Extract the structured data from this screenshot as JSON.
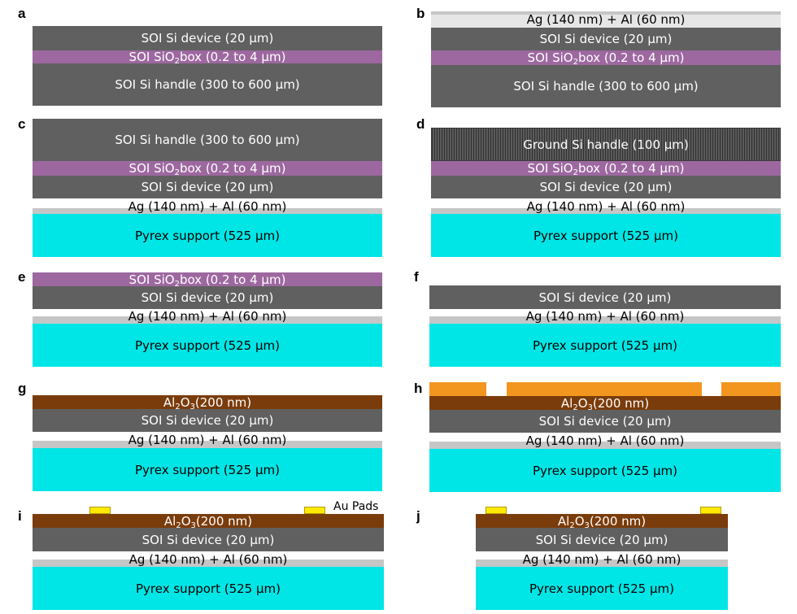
{
  "labels": {
    "a": "a",
    "b": "b",
    "c": "c",
    "d": "d",
    "e": "e",
    "f": "f",
    "g": "g",
    "h": "h",
    "i": "i",
    "j": "j"
  },
  "layers": {
    "metal": "Ag (140 nm) + Al (60 nm)",
    "si_device": "SOI Si device (20 μm)",
    "box_pre": "SOI SiO",
    "box_sub": "2",
    "box_post": " box (0.2 to 4 μm)",
    "si_handle": "SOI Si handle (300 to 600 μm)",
    "ground_handle": "Ground Si handle (100 μm)",
    "pyrex": "Pyrex support (525 μm)",
    "al2o3_pre": "Al",
    "al2o3_sub1": "2",
    "al2o3_mid": "O",
    "al2o3_sub2": "3",
    "al2o3_post": " (200 nm)"
  },
  "callouts": {
    "au_pads": "Au Pads"
  },
  "colors": {
    "silicon": "#606060",
    "oxide_box": "#9d68a0",
    "metal": "#e6e6e6",
    "pyrex": "#00e6e6",
    "alumina": "#7a3c0b",
    "photoresist": "#f39620",
    "gold": "#ffea00"
  }
}
